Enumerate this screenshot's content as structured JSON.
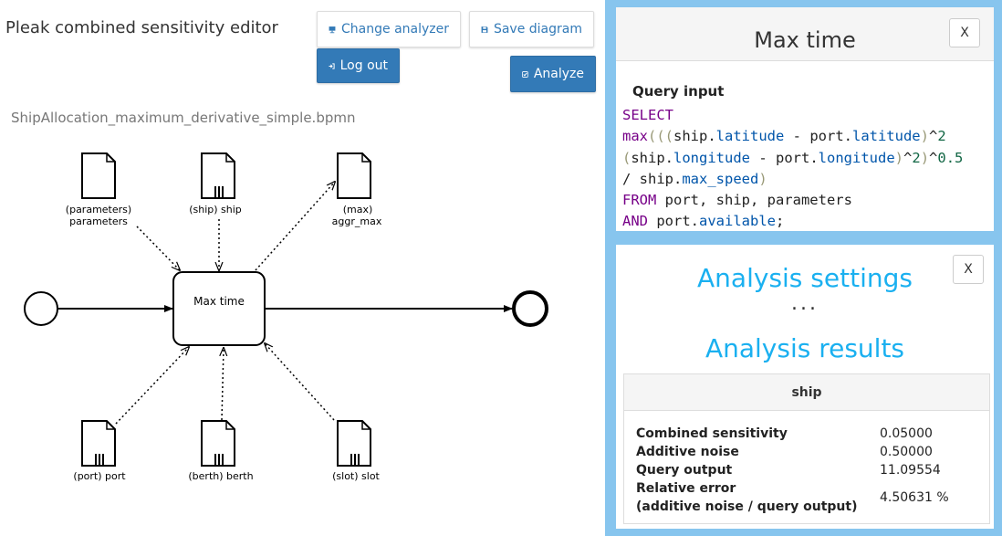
{
  "app": {
    "title": "Pleak combined sensitivity editor",
    "file_name": "ShipAllocation_maximum_derivative_simple.bpmn"
  },
  "toolbar": {
    "change_analyzer": "Change analyzer",
    "save_diagram": "Save diagram",
    "log_out": "Log out",
    "analyze": "Analyze"
  },
  "diagram": {
    "task_label": "Max time",
    "top_objects": [
      {
        "line1": "(parameters)",
        "line2": "parameters"
      },
      {
        "line1": "(ship) ship",
        "line2": ""
      },
      {
        "line1": "(max)",
        "line2": "aggr_max"
      }
    ],
    "bottom_objects": [
      {
        "line1": "(port) port"
      },
      {
        "line1": "(berth) berth"
      },
      {
        "line1": "(slot) slot"
      }
    ]
  },
  "query_panel": {
    "title": "Max time",
    "close": "X",
    "input_label": "Query input"
  },
  "analysis_panel": {
    "close": "X",
    "settings_title": "Analysis settings",
    "ellipsis": "...",
    "results_title": "Analysis results",
    "table_name": "ship",
    "rows": [
      {
        "key": "Combined sensitivity",
        "value": "0.05000"
      },
      {
        "key": "Additive noise",
        "value": "0.50000"
      },
      {
        "key": "Query output",
        "value": "11.09554"
      }
    ],
    "relative_error": {
      "key_line1": "Relative error",
      "key_line2": "(additive noise / query output)",
      "value": "4.50631 %"
    }
  },
  "colors": {
    "primary": "#337ab7",
    "accent_title": "#1ab0f0",
    "right_bg": "#87c5ee",
    "keyword": "#770088",
    "property": "#0055aa",
    "number": "#116644"
  }
}
